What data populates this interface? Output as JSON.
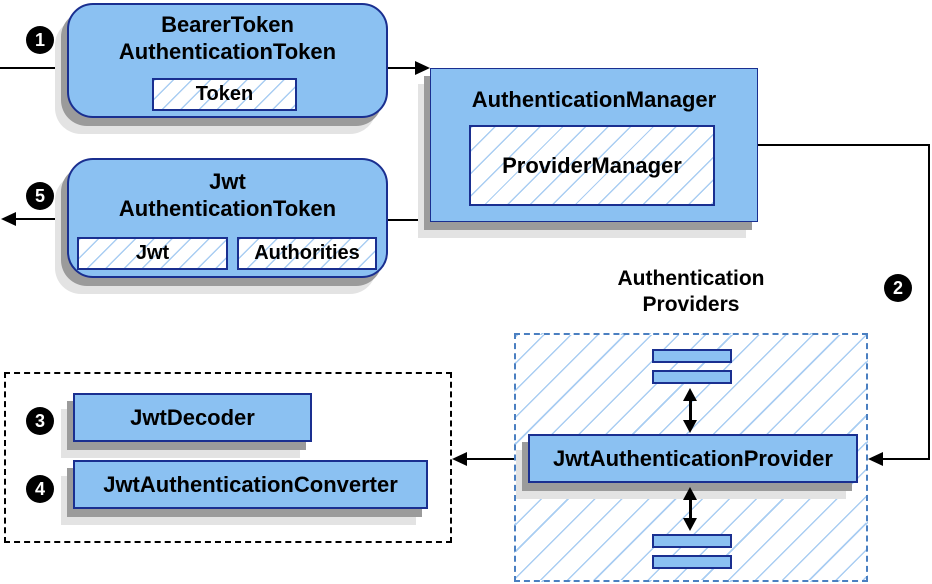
{
  "steps": {
    "s1": "1",
    "s2": "2",
    "s3": "3",
    "s4": "4",
    "s5": "5"
  },
  "nodes": {
    "bearer_token": {
      "title_line1": "BearerToken",
      "title_line2": "AuthenticationToken",
      "chip": "Token"
    },
    "authentication_manager": {
      "title": "AuthenticationManager",
      "chip": "ProviderManager"
    },
    "jwt_token": {
      "title_line1": "Jwt",
      "title_line2": "AuthenticationToken",
      "chip_jwt": "Jwt",
      "chip_authorities": "Authorities"
    },
    "providers_group": {
      "label_line1": "Authentication",
      "label_line2": "Providers",
      "provider": "JwtAuthenticationProvider"
    },
    "decoder_group": {
      "decoder": "JwtDecoder",
      "converter": "JwtAuthenticationConverter"
    }
  },
  "colors": {
    "node_fill": "#8bc1f2",
    "node_border": "#1a2f90",
    "hatch_line": "#a9cdf2",
    "providers_dash_border": "#4a7fc1",
    "decoder_dash_border": "#000000",
    "shadow_dark": "#9b9b9b",
    "shadow_light": "#e3e3e3",
    "arrow": "#000000",
    "step_badge_bg": "#000000",
    "step_badge_text": "#ffffff"
  }
}
